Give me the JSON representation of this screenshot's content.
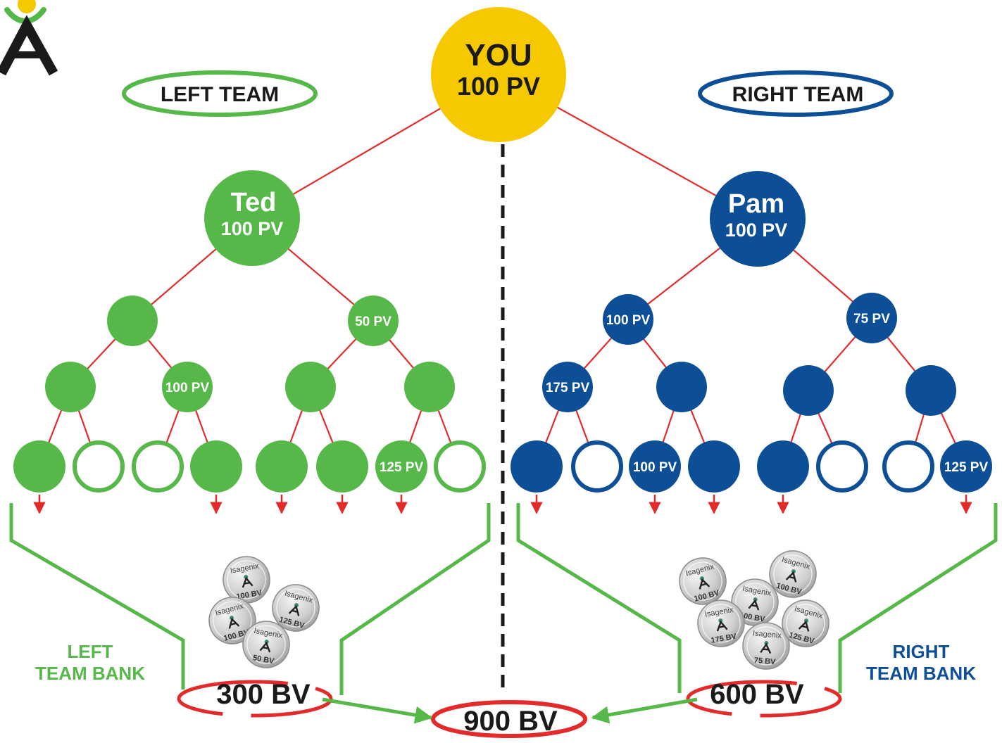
{
  "colors": {
    "green": "#55b848",
    "blue": "#0d4f96",
    "yellow": "#f5c800",
    "red": "#e32b2b",
    "dark": "#1a1a1a",
    "coin": "#c9c9c9"
  },
  "icons": {
    "logo": "isagenix-logo-icon",
    "coin": "isagenix-coin-icon"
  },
  "root": {
    "title": "YOU",
    "pv": "100 PV"
  },
  "left_team": {
    "label": "LEFT TEAM",
    "head": {
      "name": "Ted",
      "pv": "100 PV"
    },
    "level2": [
      "",
      "50 PV"
    ],
    "level3": [
      "",
      "100 PV",
      "",
      ""
    ],
    "level4": [
      {
        "label": "",
        "filled": true
      },
      {
        "label": "",
        "filled": false
      },
      {
        "label": "",
        "filled": false
      },
      {
        "label": "",
        "filled": true
      },
      {
        "label": "",
        "filled": true
      },
      {
        "label": "",
        "filled": true
      },
      {
        "label": "125 PV",
        "filled": true
      },
      {
        "label": "",
        "filled": false
      }
    ],
    "bank_label_line1": "LEFT",
    "bank_label_line2": "TEAM BANK",
    "bank_total": "300 BV",
    "coins": [
      {
        "brand": "Isagenix",
        "value": "100 BV"
      },
      {
        "brand": "Isagenix",
        "value": "100 BV"
      },
      {
        "brand": "Isagenix",
        "value": "125 BV"
      },
      {
        "brand": "Isagenix",
        "value": "50 BV"
      }
    ]
  },
  "right_team": {
    "label": "RIGHT TEAM",
    "head": {
      "name": "Pam",
      "pv": "100 PV"
    },
    "level2": [
      "100 PV",
      "75 PV"
    ],
    "level3": [
      "175 PV",
      "",
      "",
      ""
    ],
    "level4": [
      {
        "label": "",
        "filled": true
      },
      {
        "label": "",
        "filled": false
      },
      {
        "label": "100 PV",
        "filled": true
      },
      {
        "label": "",
        "filled": true
      },
      {
        "label": "",
        "filled": true
      },
      {
        "label": "",
        "filled": false
      },
      {
        "label": "",
        "filled": false
      },
      {
        "label": "125 PV",
        "filled": true
      }
    ],
    "bank_label_line1": "RIGHT",
    "bank_label_line2": "TEAM BANK",
    "bank_total": "600 BV",
    "coins": [
      {
        "brand": "Isagenix",
        "value": "100 BV"
      },
      {
        "brand": "Isagenix",
        "value": "100 BV"
      },
      {
        "brand": "Isagenix",
        "value": "100 BV"
      },
      {
        "brand": "Isagenix",
        "value": "175 BV"
      },
      {
        "brand": "Isagenix",
        "value": "75 BV"
      },
      {
        "brand": "Isagenix",
        "value": "125 BV"
      }
    ]
  },
  "combined_total": "900 BV"
}
